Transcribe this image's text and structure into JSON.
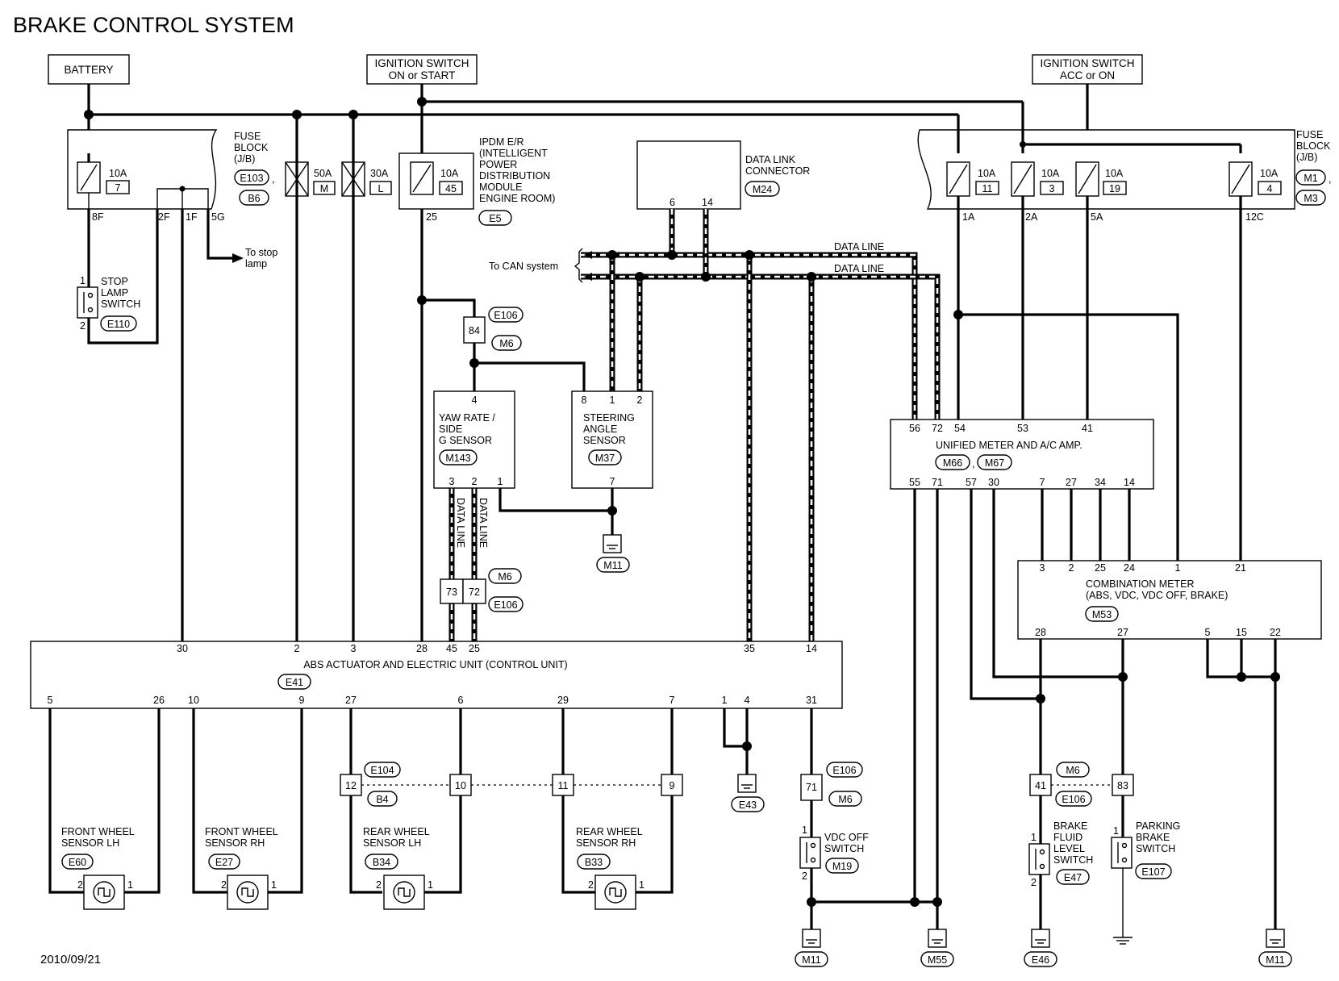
{
  "title": "BRAKE CONTROL SYSTEM",
  "date": "2010/09/21",
  "sources": {
    "battery": "BATTERY",
    "ign_start": [
      "IGNITION SWITCH",
      "ON or START"
    ],
    "ign_acc": [
      "IGNITION SWITCH",
      "ACC or ON"
    ]
  },
  "fuse_block_left": {
    "label": [
      "FUSE",
      "BLOCK",
      "(J/B)"
    ],
    "connectors": [
      "E103",
      "B6"
    ],
    "fuse": {
      "amp": "10A",
      "num": "7"
    },
    "terminals": [
      "8F",
      "2F",
      "1F",
      "5G"
    ]
  },
  "fusible_links": [
    {
      "amp": "50A",
      "code": "M"
    },
    {
      "amp": "30A",
      "code": "L"
    }
  ],
  "ipdm": {
    "label": [
      "IPDM E/R",
      "(INTELLIGENT",
      "POWER",
      "DISTRIBUTION",
      "MODULE",
      "ENGINE ROOM)"
    ],
    "connector": "E5",
    "fuse": {
      "amp": "10A",
      "num": "45"
    },
    "terminal": "25"
  },
  "stop_lamp_note": [
    "To stop",
    "lamp"
  ],
  "stop_lamp_switch": {
    "label": [
      "STOP",
      "LAMP",
      "SWITCH"
    ],
    "connector": "E110",
    "pins": [
      "1",
      "2"
    ]
  },
  "data_link_connector": {
    "label": [
      "DATA LINK",
      "CONNECTOR"
    ],
    "connector": "M24",
    "pins": [
      "6",
      "14"
    ]
  },
  "can_note": "To CAN system",
  "data_line": "DATA LINE",
  "fuse_block_right": {
    "label": [
      "FUSE",
      "BLOCK",
      "(J/B)"
    ],
    "connectors": [
      "M1",
      "M3"
    ],
    "fuses": [
      {
        "amp": "10A",
        "num": "11",
        "terminal": "1A"
      },
      {
        "amp": "10A",
        "num": "3",
        "terminal": "2A"
      },
      {
        "amp": "10A",
        "num": "19",
        "terminal": "5A"
      },
      {
        "amp": "10A",
        "num": "4",
        "terminal": "12C"
      }
    ]
  },
  "joint_upper": {
    "pin": "84",
    "connectors": [
      "E106",
      "M6"
    ]
  },
  "yaw_sensor": {
    "label": [
      "YAW RATE /",
      "SIDE",
      "G SENSOR"
    ],
    "connector": "M143",
    "top_pin": "4",
    "bottom_pins": [
      "3",
      "2",
      "1"
    ]
  },
  "steering_sensor": {
    "label": [
      "STEERING",
      "ANGLE",
      "SENSOR"
    ],
    "connector": "M37",
    "top_pins": [
      "8",
      "1",
      "2"
    ],
    "bottom_pin": "7"
  },
  "ground_m11_mid": "M11",
  "joint_mid": {
    "pins": [
      "73",
      "72"
    ],
    "connectors": [
      "M6",
      "E106"
    ]
  },
  "unified_meter": {
    "label": "UNIFIED METER AND A/C AMP.",
    "connectors": [
      "M66",
      "M67"
    ],
    "top_pins": [
      "56",
      "72",
      "54",
      "53",
      "41"
    ],
    "bottom_pins": [
      "55",
      "71",
      "57",
      "30",
      "7",
      "27",
      "34",
      "14"
    ]
  },
  "combination_meter": {
    "label": [
      "COMBINATION METER",
      "(ABS, VDC, VDC OFF, BRAKE)"
    ],
    "connector": "M53",
    "top_pins": [
      "3",
      "2",
      "25",
      "24",
      "1",
      "21"
    ],
    "bottom_pins": [
      "28",
      "27",
      "5",
      "15",
      "22"
    ]
  },
  "abs_unit": {
    "label": "ABS ACTUATOR AND ELECTRIC UNIT (CONTROL UNIT)",
    "connector": "E41",
    "top_pins": [
      "30",
      "2",
      "3",
      "28",
      "45",
      "25",
      "35",
      "14"
    ],
    "bottom_pins": [
      "5",
      "26",
      "10",
      "9",
      "27",
      "6",
      "29",
      "7",
      "1",
      "4",
      "31"
    ]
  },
  "wheel_sensors": [
    {
      "label": [
        "FRONT WHEEL",
        "SENSOR LH"
      ],
      "connector": "E60"
    },
    {
      "label": [
        "FRONT WHEEL",
        "SENSOR RH"
      ],
      "connector": "E27"
    },
    {
      "label": [
        "REAR WHEEL",
        "SENSOR LH"
      ],
      "connector": "B34"
    },
    {
      "label": [
        "REAR WHEEL",
        "SENSOR RH"
      ],
      "connector": "B33"
    }
  ],
  "wheel_sensor_pins": [
    "2",
    "1"
  ],
  "joint_rear": {
    "pins": [
      "12",
      "10",
      "11",
      "9"
    ],
    "connectors": [
      "E104",
      "B4"
    ]
  },
  "ground_e43": "E43",
  "joint_vdc": {
    "pin": "71",
    "connectors": [
      "E106",
      "M6"
    ]
  },
  "vdc_switch": {
    "label": [
      "VDC OFF",
      "SWITCH"
    ],
    "connector": "M19",
    "pins": [
      "1",
      "2"
    ]
  },
  "joint_right": {
    "pins": [
      "41",
      "83"
    ],
    "connectors": [
      "M6",
      "E106"
    ]
  },
  "brake_fluid_switch": {
    "label": [
      "BRAKE",
      "FLUID",
      "LEVEL",
      "SWITCH"
    ],
    "connector": "E47",
    "pins": [
      "1",
      "2"
    ]
  },
  "parking_brake_switch": {
    "label": [
      "PARKING",
      "BRAKE",
      "SWITCH"
    ],
    "connector": "E107",
    "pins": [
      "1"
    ]
  },
  "grounds_bottom": [
    "M11",
    "M55",
    "E46",
    "M11"
  ]
}
